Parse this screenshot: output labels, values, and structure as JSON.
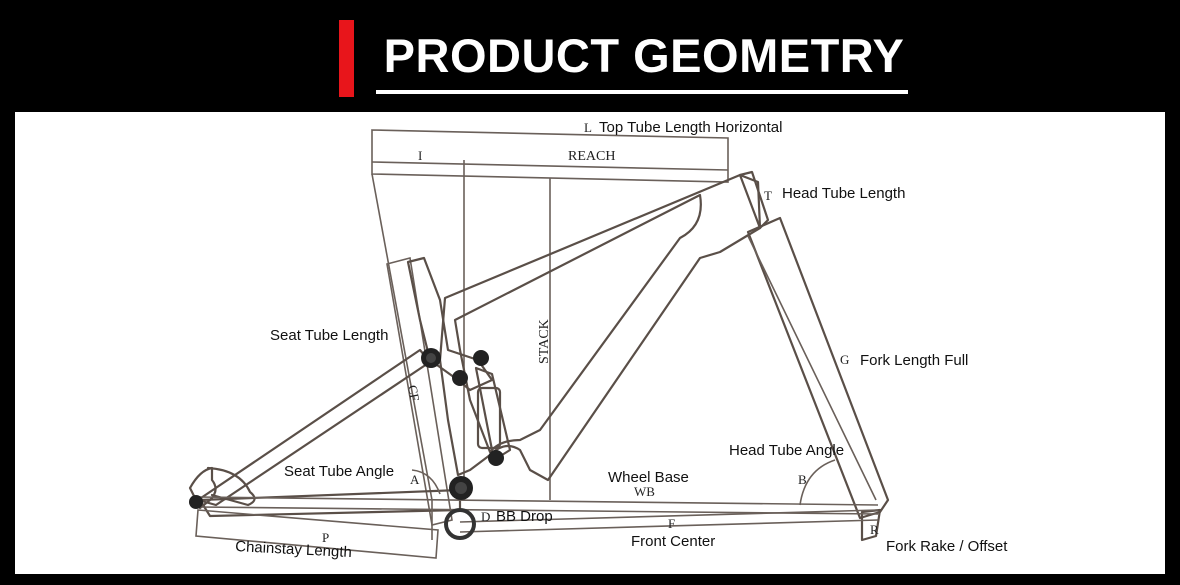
{
  "header": {
    "title": "PRODUCT GEOMETRY",
    "accent_color": "#e8151b"
  },
  "labels": {
    "top_tube": "Top Tube Length Horizontal",
    "reach": "REACH",
    "head_tube": "Head Tube Length",
    "seat_tube_length": "Seat Tube Length",
    "stack": "STACK",
    "fork_length": "Fork Length Full",
    "head_tube_angle": "Head Tube Angle",
    "seat_tube_angle": "Seat Tube Angle",
    "wheel_base": "Wheel Base",
    "bb_drop": "BB Drop",
    "front_center": "Front Center",
    "chainstay": "Chainstay Length",
    "fork_rake": "Fork Rake / Offset"
  },
  "letters": {
    "top_tube": "L",
    "i": "I",
    "head_tube": "T",
    "fork_length": "G",
    "seat_tube": "CF",
    "seat_angle": "A",
    "head_angle": "B",
    "wheel_base": "WB",
    "bb_drop": "D",
    "front_center": "F",
    "chainstay": "P",
    "fork_rake": "R"
  }
}
